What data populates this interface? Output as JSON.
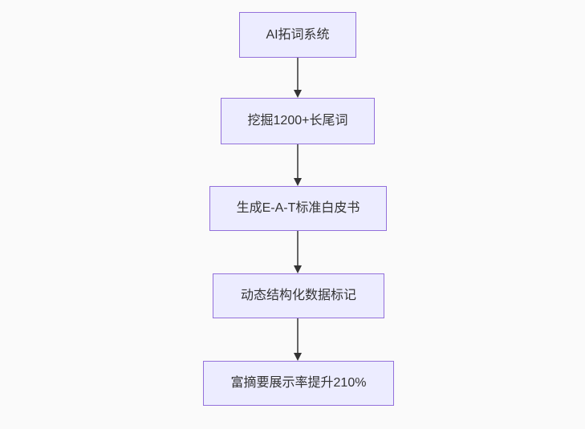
{
  "diagram": {
    "type": "flowchart",
    "direction": "top-down",
    "nodes": [
      {
        "label": "AI拓词系统"
      },
      {
        "label": "挖掘1200+长尾词"
      },
      {
        "label": "生成E-A-T标准白皮书"
      },
      {
        "label": "动态结构化数据标记"
      },
      {
        "label": "富摘要展示率提升210%"
      }
    ],
    "edges": [
      {
        "from": "AI拓词系统",
        "to": "挖掘1200+长尾词"
      },
      {
        "from": "挖掘1200+长尾词",
        "to": "生成E-A-T标准白皮书"
      },
      {
        "from": "生成E-A-T标准白皮书",
        "to": "动态结构化数据标记"
      },
      {
        "from": "动态结构化数据标记",
        "to": "富摘要展示率提升210%"
      }
    ],
    "colors": {
      "background": "#fafafa",
      "node_fill": "#ECECFF",
      "node_border": "#9370DB",
      "text": "#333333",
      "arrow_line": "#4b4b4b",
      "arrow_head": "#333333"
    }
  }
}
